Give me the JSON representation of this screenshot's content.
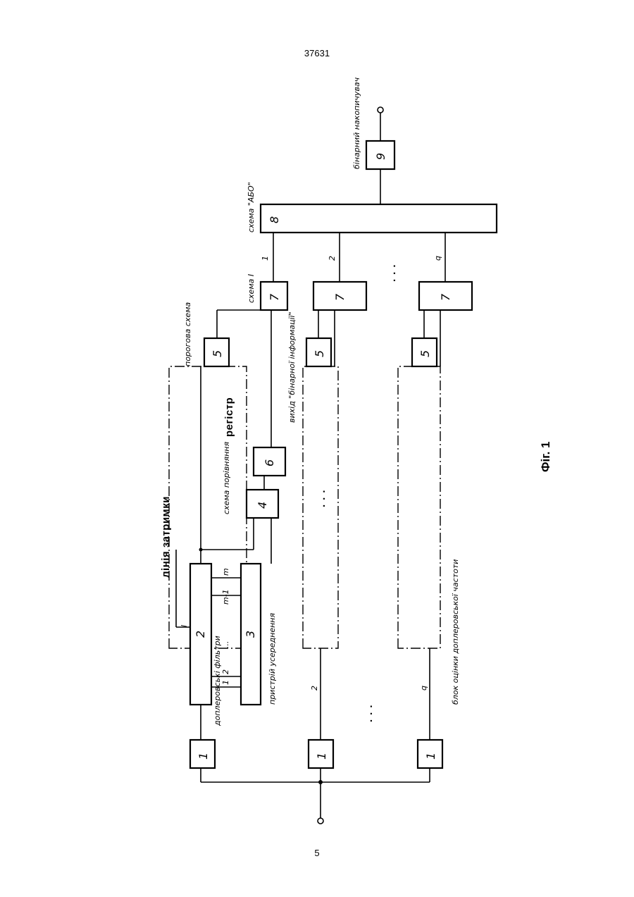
{
  "header": {
    "doc_id": "37631"
  },
  "footer": {
    "page_number": "5"
  },
  "figure": {
    "caption": "Фіг. 1",
    "labels": {
      "doppler_filters": "доплеровські фільтри",
      "delay_line": "лінія затримки",
      "register": "регістр",
      "comparison": "схема порівняння",
      "threshold": "порогова схема",
      "and_gate": "схема І",
      "or_gate": "схема \"АБО\"",
      "accumulator": "бінарний накопичувач",
      "binary_out": "вихід \"бінарної інформації\"",
      "averaging": "пристрій усереднення",
      "estimation": "блок оцінки доплеровської частоти"
    },
    "block_numbers": {
      "filter": "1",
      "delay": "2",
      "avg": "3",
      "comp": "4",
      "threshold": "5",
      "register": "6",
      "and": "7",
      "or": "8",
      "acc": "9"
    },
    "channel_numbers": [
      "1",
      "2",
      "q"
    ],
    "tap_labels": [
      "1",
      "2",
      "...",
      "m-1",
      "m"
    ],
    "delay_tap": "l",
    "ellipsis": "· · ·"
  }
}
